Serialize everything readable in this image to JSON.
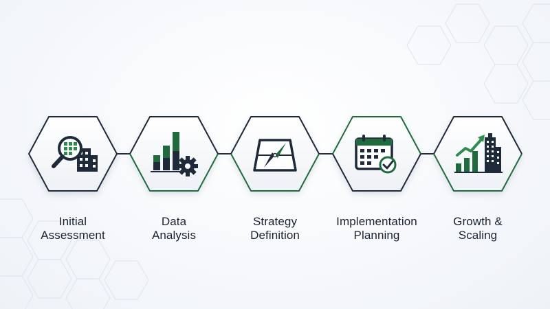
{
  "steps": [
    {
      "line1": "Initial",
      "line2": "Assessment",
      "icon": "magnifier-building-icon",
      "border": "dark"
    },
    {
      "line1": "Data",
      "line2": "Analysis",
      "icon": "bar-chart-gear-icon",
      "border": "mixed"
    },
    {
      "line1": "Strategy",
      "line2": "Definition",
      "icon": "compass-icon",
      "border": "mixed"
    },
    {
      "line1": "Implementation",
      "line2": "Planning",
      "icon": "calendar-check-icon",
      "border": "mixed"
    },
    {
      "line1": "Growth &",
      "line2": "Scaling",
      "icon": "growth-chart-buildings-icon",
      "border": "mixed"
    }
  ],
  "colors": {
    "dark": "#1e2a3a",
    "green": "#1f6b3e",
    "green_light": "#2e8b4f",
    "text": "#1a2230"
  }
}
